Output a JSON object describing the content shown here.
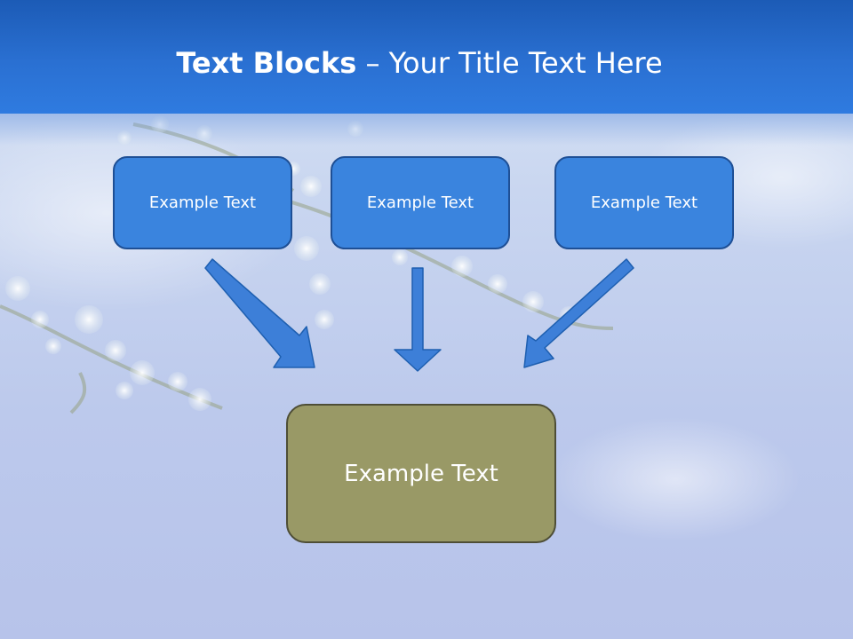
{
  "header": {
    "title_strong": "Text Blocks",
    "title_separator": " – ",
    "title_rest": "Your Title Text Here"
  },
  "diagram": {
    "boxes": [
      {
        "label": "Example Text"
      },
      {
        "label": "Example Text"
      },
      {
        "label": "Example Text"
      }
    ],
    "target": {
      "label": "Example Text"
    }
  },
  "colors": {
    "header_blue": "#2a70d2",
    "box_blue": "#3a84de",
    "box_border": "#1e4f95",
    "target_olive": "#999966",
    "arrow_blue": "#3d7fd8"
  },
  "decorations": [
    "blossom-branch-photo",
    "sky-background"
  ]
}
